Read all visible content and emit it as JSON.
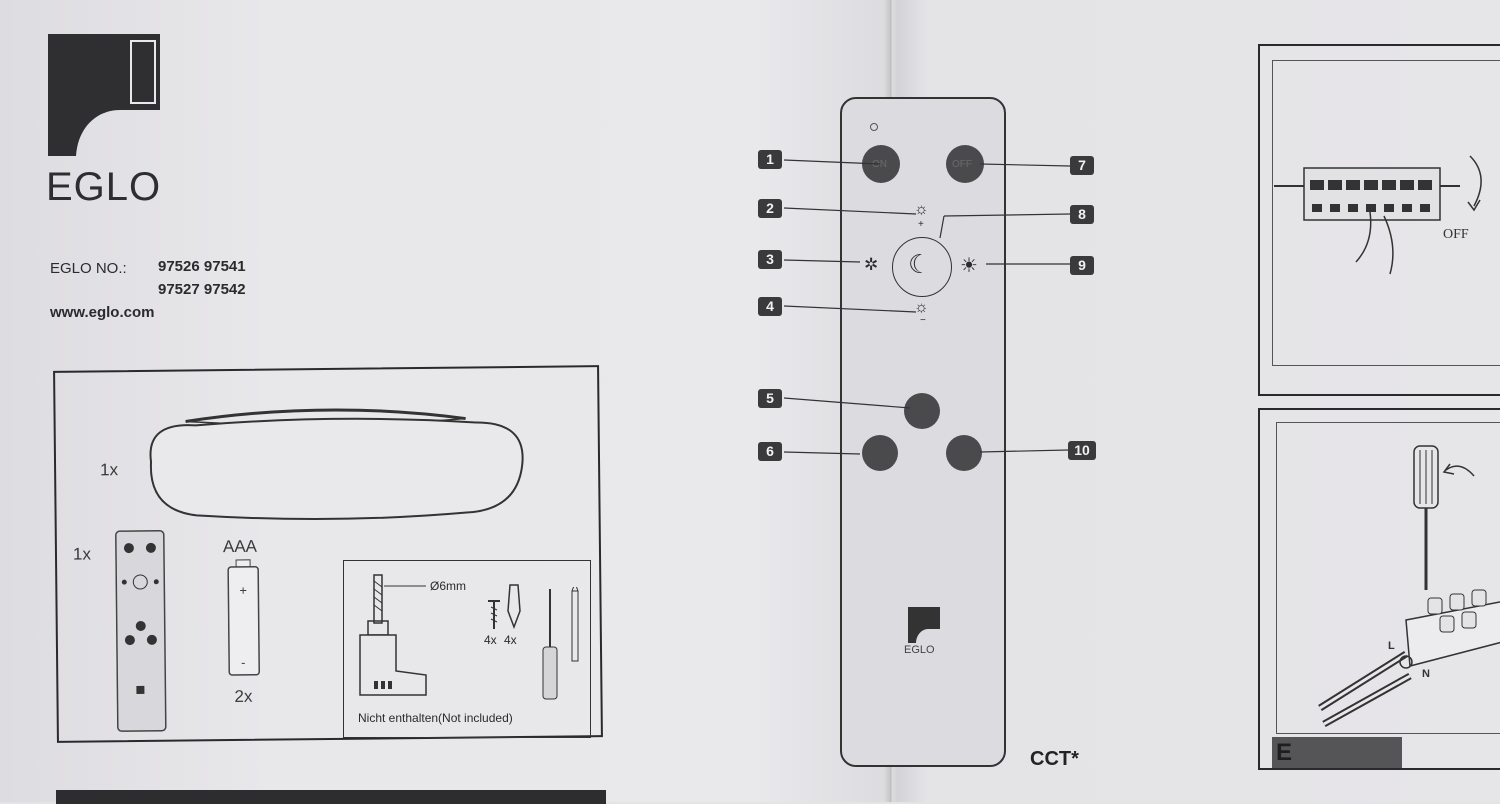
{
  "brand": {
    "name": "EGLO"
  },
  "model": {
    "label": "EGLO NO.:",
    "line1": "97526 97541",
    "line2": "97527 97542"
  },
  "website": "www.eglo.com",
  "contents": {
    "lamp_qty": "1x",
    "remote_qty": "1x",
    "battery_type": "AAA",
    "battery_plus": "+",
    "battery_minus": "-",
    "battery_qty": "2x",
    "drill_size": "Ø6mm",
    "screw_qty": "4x",
    "plug_qty": "4x",
    "not_included": "Nicht enthalten(Not included)"
  },
  "remote": {
    "brand": "EGLO",
    "on_label": "ON",
    "off_label": "OFF",
    "plus": "+",
    "minus": "−",
    "callouts": [
      "1",
      "2",
      "3",
      "4",
      "5",
      "6",
      "7",
      "8",
      "9",
      "10"
    ],
    "variant": "CCT*"
  },
  "steps": {
    "off_text": "OFF",
    "step_e": "E",
    "live_label": "L",
    "neutral_label": "N"
  },
  "colors": {
    "paper": "#e6e5e8",
    "ink": "#2b2b2d",
    "button": "#4a4a4d",
    "badge": "#3a3a3c"
  }
}
